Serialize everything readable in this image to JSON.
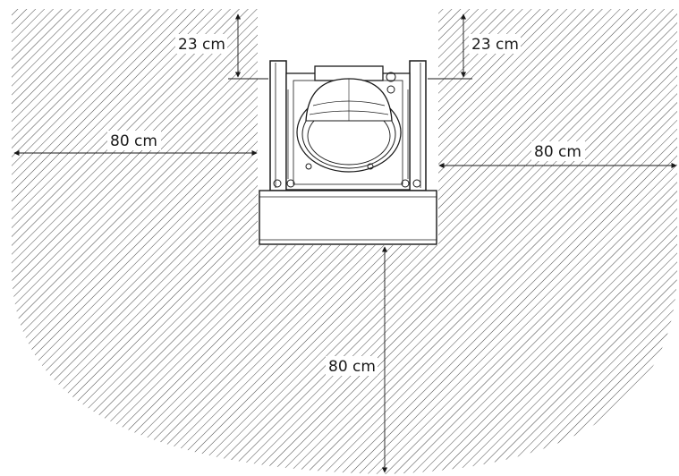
{
  "colors": {
    "line": "#1a1a1a",
    "hatch": "#333333",
    "background": "#ffffff"
  },
  "dimensions": {
    "top_left": "23 cm",
    "top_right": "23 cm",
    "left": "80 cm",
    "right": "80 cm",
    "front": "80 cm"
  }
}
